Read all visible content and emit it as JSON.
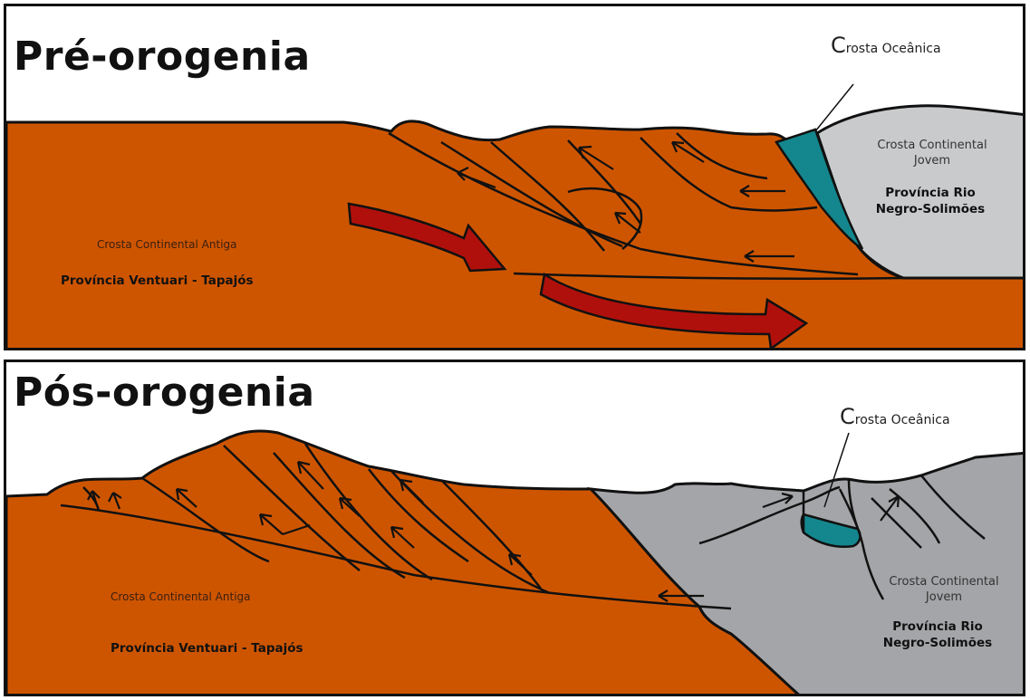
{
  "colors": {
    "old_crust": "#CE5500",
    "young_crust_top": "#C9CACC",
    "young_crust_bottom": "#A4A5A8",
    "oceanic_crust": "#13878D",
    "arrow": "#B0100C",
    "outline": "#111111"
  },
  "pre": {
    "title": "Pré-orogenia",
    "oceanic_label_initial": "C",
    "oceanic_label_rest": "rosta Oceânica",
    "young_crust_line1": "Crosta Continental",
    "young_crust_line2": "Jovem",
    "young_province_line1": "Província Rio",
    "young_province_line2": "Negro-Solimões",
    "old_crust": "Crosta Continental Antiga",
    "old_province": "Província Ventuari - Tapajós"
  },
  "post": {
    "title": "Pós-orogenia",
    "oceanic_label_initial": "C",
    "oceanic_label_rest": "rosta Oceânica",
    "young_crust_line1": "Crosta Continental",
    "young_crust_line2": "Jovem",
    "young_province_line1": "Província Rio",
    "young_province_line2": "Negro-Solimões",
    "old_crust": "Crosta Continental Antiga",
    "old_province": "Província Ventuari - Tapajós"
  }
}
